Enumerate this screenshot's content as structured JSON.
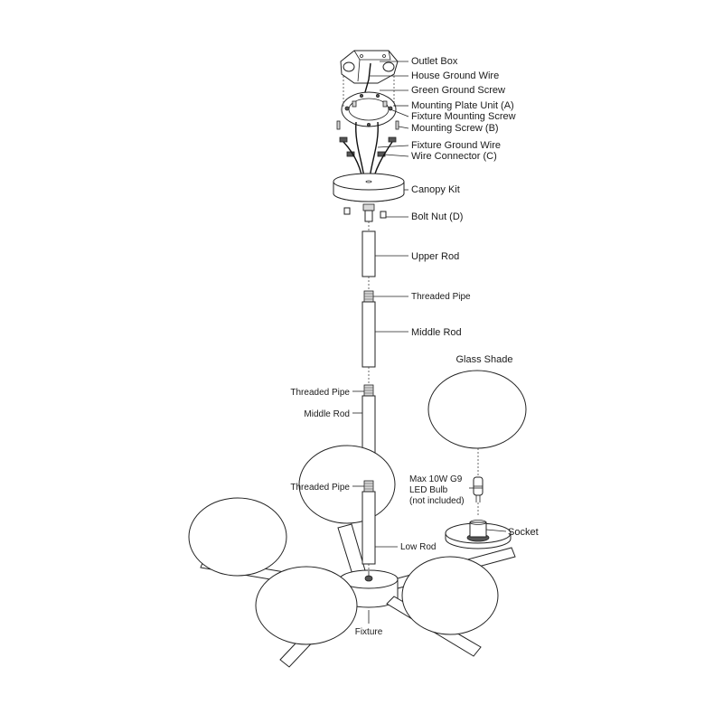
{
  "labels": {
    "outlet_box": "Outlet Box",
    "house_ground_wire": "House Ground Wire",
    "green_ground_screw": "Green Ground Screw",
    "mounting_plate": "Mounting Plate Unit (A)",
    "fixture_mounting_screw": "Fixture Mounting Screw",
    "mounting_screw": "Mounting Screw (B)",
    "fixture_ground_wire": "Fixture Ground Wire",
    "wire_connector": "Wire Connector (C)",
    "canopy_kit": "Canopy Kit",
    "bolt_nut": "Bolt Nut (D)",
    "upper_rod": "Upper Rod",
    "threaded_pipe_1": "Threaded Pipe",
    "middle_rod_1": "Middle Rod",
    "glass_shade": "Glass Shade",
    "threaded_pipe_2": "Threaded Pipe",
    "middle_rod_2": "Middle Rod",
    "threaded_pipe_3": "Threaded Pipe",
    "bulb_line1": "Max 10W G9",
    "bulb_line2": "LED Bulb",
    "bulb_line3": "(not included)",
    "socket": "Socket",
    "low_rod": "Low Rod",
    "fixture": "Fixture"
  }
}
